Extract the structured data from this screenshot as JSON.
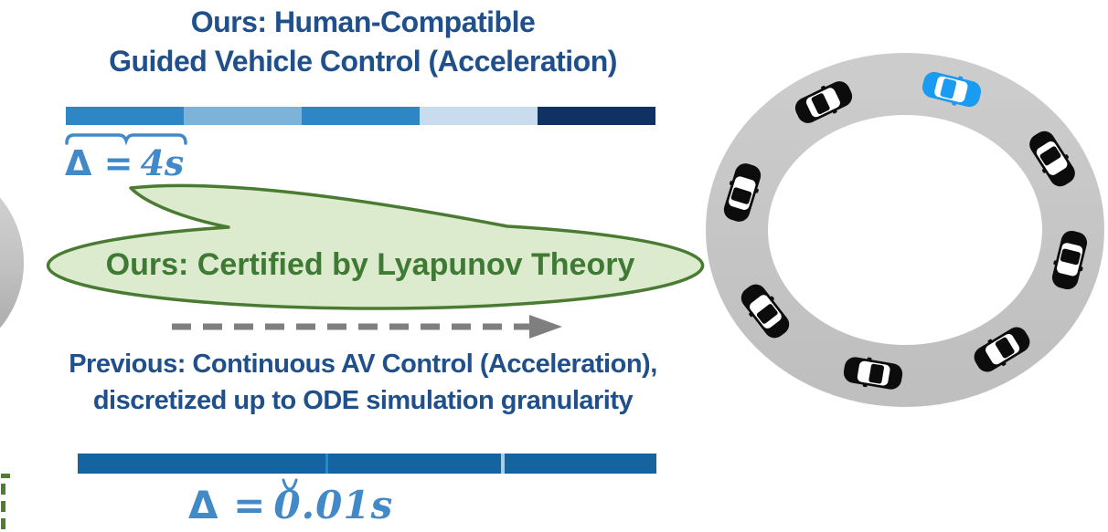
{
  "header": {
    "title_line1": "Ours: Human-Compatible",
    "title_line2": "Guided Vehicle Control (Acceleration)"
  },
  "ours_timeline": {
    "segment_colors": [
      "#2e86c4",
      "#7db3d9",
      "#2e86c4",
      "#c9dcee",
      "#103262"
    ],
    "interval": {
      "lhs": "Δ =",
      "value": "4s"
    }
  },
  "callout": {
    "text": "Ours: Certified by Lyapunov Theory"
  },
  "previous": {
    "title_line1": "Previous: Continuous AV Control (Acceleration),",
    "title_line2": "discretized up to ODE simulation granularity",
    "interval": {
      "lhs": "Δ =",
      "value": "0.01s"
    },
    "stripe_palette": [
      "#15639f",
      "#2e86c4",
      "#549dd1",
      "#7fb6dd",
      "#a9cde8",
      "#d5e6f4",
      "#ffffff"
    ],
    "stripe_seed": 7
  },
  "ring_scene": {
    "road_color_top": "#cccccc",
    "road_color_bottom": "#bfbfbf",
    "av_color": "#189bf1",
    "human_color": "#0c0c0c",
    "cars": [
      {
        "type": "av",
        "angle_deg": -74
      },
      {
        "type": "human",
        "angle_deg": -119
      },
      {
        "type": "human",
        "angle_deg": -165
      },
      {
        "type": "human",
        "angle_deg": 146
      },
      {
        "type": "human",
        "angle_deg": 101
      },
      {
        "type": "human",
        "angle_deg": 55
      },
      {
        "type": "human",
        "angle_deg": 12
      },
      {
        "type": "human",
        "angle_deg": -29
      }
    ]
  },
  "colors": {
    "title_blue": "#20508c",
    "math_blue": "#4289c8",
    "callout_text": "#3e7a33",
    "callout_fill": "#dcebce",
    "callout_border": "#4a7b33",
    "arrow_gray": "#7f7f7f",
    "dash_green": "#4e7d32"
  }
}
